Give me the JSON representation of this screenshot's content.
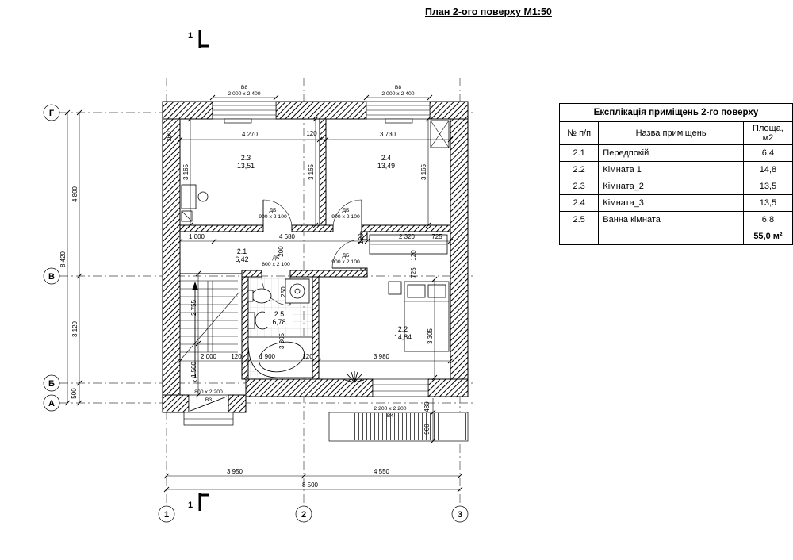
{
  "page": {
    "title": "План 2-ого поверху М1:50"
  },
  "table": {
    "title": "Експлікація приміщень 2-го поверху",
    "col_num": "№ п/п",
    "col_name": "Назва приміщень",
    "col_area": "Площа, м2",
    "rows": [
      {
        "num": "2.1",
        "name": "Передпокій",
        "area": "6,4"
      },
      {
        "num": "2.2",
        "name": "Кімната 1",
        "area": "14,8"
      },
      {
        "num": "2.3",
        "name": "Кімната_2",
        "area": "13,5"
      },
      {
        "num": "2.4",
        "name": "Кімната_3",
        "area": "13,5"
      },
      {
        "num": "2.5",
        "name": "Ванна кімната",
        "area": "6,8"
      }
    ],
    "total_area": "55,0 м²"
  },
  "axes": {
    "g": "Г",
    "v": "В",
    "b": "Б",
    "a": "А",
    "n1": "1",
    "n2": "2",
    "n3": "3"
  },
  "section": {
    "label": "1"
  },
  "rooms": {
    "r23": {
      "num": "2.3",
      "area": "13,51"
    },
    "r24": {
      "num": "2.4",
      "area": "13,49"
    },
    "r21": {
      "num": "2.1",
      "area": "6,42"
    },
    "r25": {
      "num": "2.5",
      "area": "6,78"
    },
    "r22": {
      "num": "2.2",
      "area": "14,84"
    }
  },
  "openings": {
    "win_left": {
      "label": "В8",
      "size": "2 000 x 2 400"
    },
    "win_right": {
      "label": "В8",
      "size": "2 000 x 2 400"
    },
    "door_bottom": {
      "label": "В3",
      "size": "800 x 2 200"
    },
    "balcony_door": {
      "label": "В4",
      "size": "2 200 x 2 200"
    },
    "door_23": {
      "label": "ДБ",
      "size": "900 x 2 100"
    },
    "door_24": {
      "label": "ДБ",
      "size": "900 x 2 100"
    },
    "door_22": {
      "label": "ДБ",
      "size": "900 x 2 100"
    },
    "door_25": {
      "label": "ДБ",
      "size": "800 x 2 100"
    }
  },
  "dims": {
    "top_a": "4 270",
    "top_b": "120",
    "top_c": "3 730",
    "depth_1": "3 165",
    "depth_2": "3 165",
    "depth_3": "3 165",
    "niche": "360",
    "hall_a": "1 000",
    "hall_b": "4 680",
    "hall_c": "200",
    "hall_d": "120",
    "hall_e": "2 320",
    "hall_f": "725",
    "hall_g": "120",
    "hall_h": "725",
    "stair_a": "2 755",
    "stair_b": "1 500",
    "bath_a": "250",
    "bath_h": "3 305",
    "room22_h": "3 305",
    "low_a": "2 000",
    "low_b": "120",
    "low_c": "1 900",
    "low_d": "120",
    "low_e": "3 980",
    "balc_a": "480",
    "balc_b": "900",
    "left_a": "4 800",
    "left_b": "3 120",
    "left_c": "500",
    "left_total": "8 420",
    "bot_a": "3 950",
    "bot_b": "4 550",
    "bot_total": "8 500"
  }
}
